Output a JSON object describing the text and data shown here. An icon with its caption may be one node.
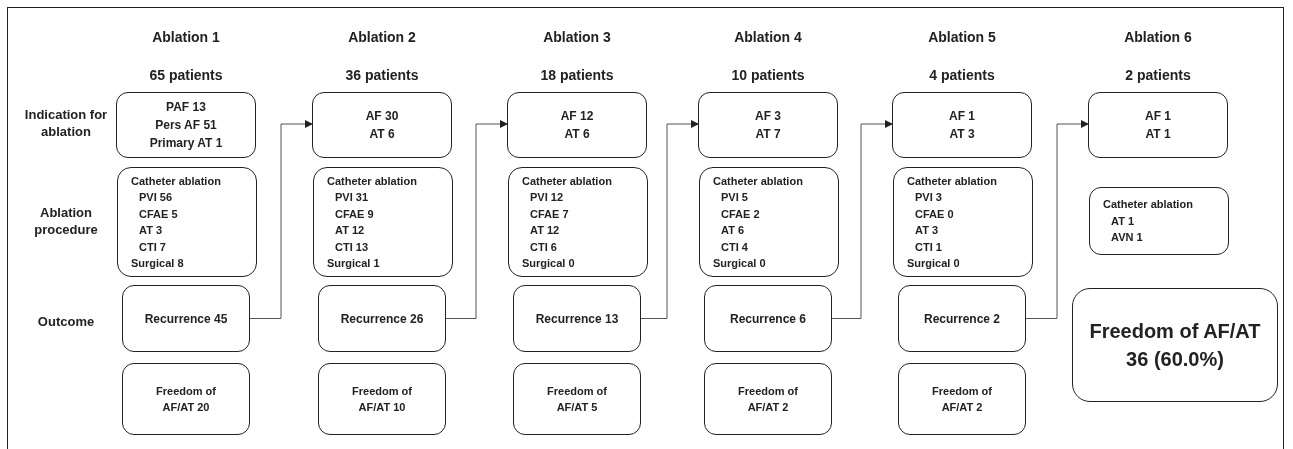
{
  "diagram": {
    "nodes": [
      {
        "text": [
          "PAF 13",
          "Pers AF 51",
          "Primary AT 1"
        ]
      },
      {
        "text": [
          "Catheter ablation",
          "PVI 56",
          "CFAE 5",
          "AT 3",
          "CTI 7",
          "Surgical 8"
        ]
      },
      {
        "text": [
          "Recurrence 45"
        ]
      },
      {
        "text": [
          "Freedom of AF/AT 20"
        ]
      },
      {
        "text": [
          "AF 30",
          "AT 6"
        ]
      },
      {
        "text": [
          "Catheter ablation",
          "PVI 31",
          "CFAE 9",
          "AT 12",
          "CTI 13",
          "Surgical 1"
        ]
      },
      {
        "text": [
          "Recurrence 26"
        ]
      },
      {
        "text": [
          "Freedom of AF/AT 10"
        ]
      },
      {
        "text": [
          "AF 12",
          "AT 6"
        ]
      },
      {
        "text": [
          "Catheter ablation",
          "PVI 12",
          "CFAE 7",
          "AT 12",
          "CTI 6",
          "Surgical 0"
        ]
      },
      {
        "text": [
          "Recurrence 13"
        ]
      },
      {
        "text": [
          "Freedom of AF/AT 5"
        ]
      },
      {
        "text": [
          "AF 3",
          "AT 7"
        ]
      },
      {
        "text": [
          "Catheter ablation",
          "PVI 5",
          "CFAE 2",
          "AT 6",
          "CTI 4",
          "Surgical 0"
        ]
      },
      {
        "text": [
          "Recurrence 6"
        ]
      },
      {
        "text": [
          "Freedom of AF/AT 2"
        ]
      },
      {
        "text": [
          "AF 1",
          "AT 3"
        ]
      },
      {
        "text": [
          "Catheter ablation",
          "PVI 3",
          "CFAE 0",
          "AT 3",
          "CTI 1",
          "Surgical 0"
        ]
      },
      {
        "text": [
          "Recurrence 2"
        ]
      },
      {
        "text": [
          "Freedom of AF/AT 2"
        ]
      },
      {
        "text": [
          "AF 1",
          "AT 1"
        ]
      },
      {
        "text": [
          "Catheter ablation",
          "AT 1",
          "AVN 1"
        ]
      },
      {
        "text": [
          "Freedom of AF/AT 36 (60.0%)"
        ]
      }
    ],
    "edges": [
      {
        "from": 2,
        "to": 4,
        "arrow": "to"
      },
      {
        "from": 6,
        "to": 8,
        "arrow": "to"
      },
      {
        "from": 10,
        "to": 12,
        "arrow": "to"
      },
      {
        "from": 14,
        "to": 16,
        "arrow": "to"
      },
      {
        "from": 18,
        "to": 20,
        "arrow": "to"
      }
    ],
    "labels": [
      "Ablation 1",
      "Ablation 2",
      "Ablation 3",
      "Ablation 4",
      "Ablation 5",
      "Ablation 6",
      "65 patients",
      "36 patients",
      "18 patients",
      "10 patients",
      "4 patients",
      "2 patients",
      "Indication for ablation",
      "Ablation procedure",
      "Outcome"
    ]
  }
}
